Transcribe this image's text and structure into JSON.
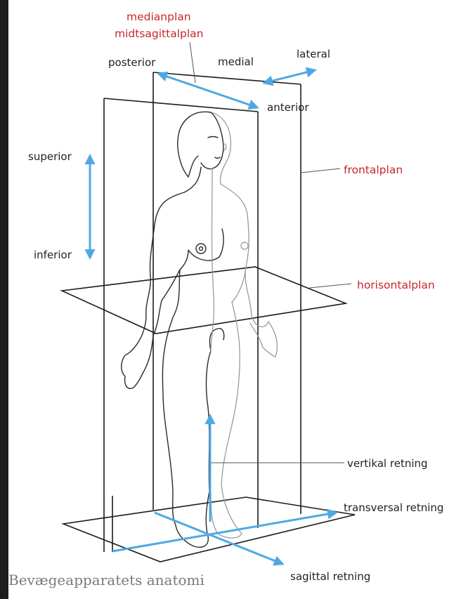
{
  "labels": {
    "medianplan": "medianplan",
    "midtsagittalplan": "midtsagittalplan",
    "posterior": "posterior",
    "medial": "medial",
    "lateral": "lateral",
    "anterior": "anterior",
    "superior": "superior",
    "inferior": "inferior",
    "frontalplan": "frontalplan",
    "horisontalplan": "horisontalplan",
    "vertikal_retning": "vertikal retning",
    "transversal_retning": "transversal retning",
    "sagittal_retning": "sagittal retning"
  },
  "caption": "Bevægeapparatets anatomi",
  "colors": {
    "arrow": "#4ea9e3",
    "plane_label": "#c8262e",
    "direction_label": "#222222",
    "caption": "#7a7a7a",
    "background": "#1e1e1e"
  }
}
